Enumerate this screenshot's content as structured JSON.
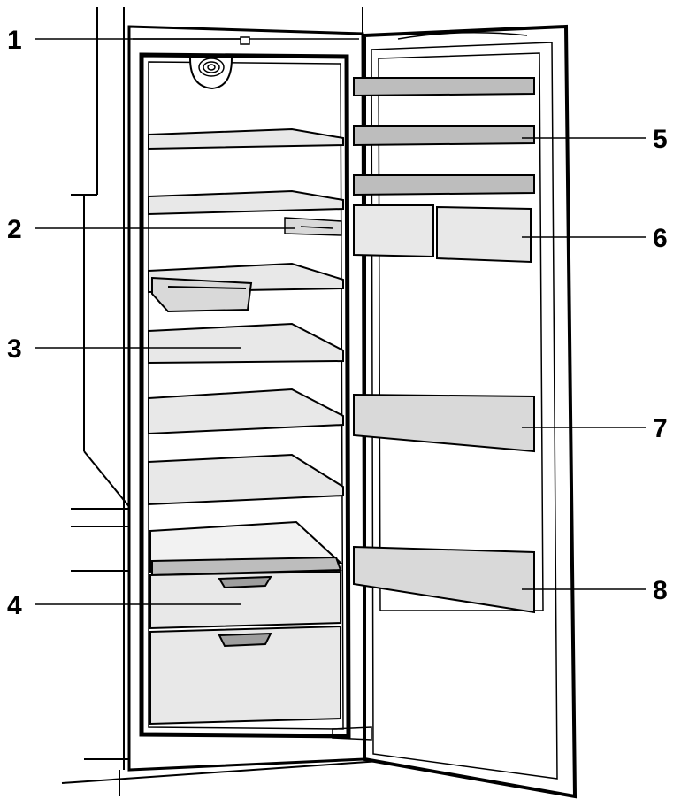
{
  "callouts": [
    {
      "number": "1"
    },
    {
      "number": "2"
    },
    {
      "number": "3"
    },
    {
      "number": "4"
    },
    {
      "number": "5"
    },
    {
      "number": "6"
    },
    {
      "number": "7"
    },
    {
      "number": "8"
    }
  ],
  "colors": {
    "line": "#000000",
    "glass": "#e8e8e8",
    "shelf_edge": "#bdbdbd",
    "bin": "#d9d9d9",
    "background": "#ffffff"
  }
}
